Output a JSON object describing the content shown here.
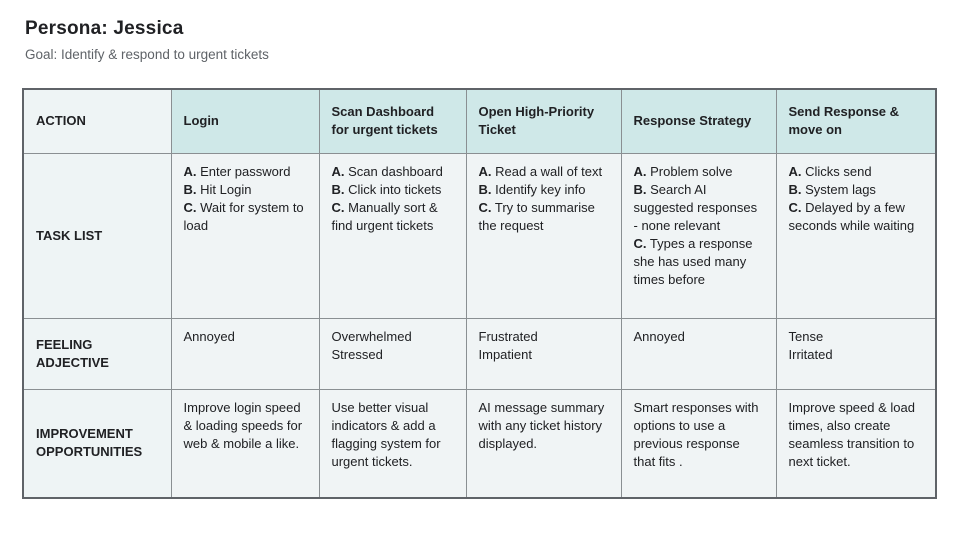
{
  "page": {
    "title": "Persona: Jessica",
    "subtitle": "Goal: Identify & respond to urgent tickets"
  },
  "table": {
    "corner_label": "ACTION",
    "columns": [
      "Login",
      "Scan Dashboard for urgent tickets",
      "Open High-Priority Ticket",
      "Response Strategy",
      "Send Response & move on"
    ],
    "row_headers": {
      "task": "TASK LIST",
      "feeling": "FEELING ADJECTIVE",
      "improvement": "IMPROVEMENT OPPORTUNITIES"
    },
    "tasks": [
      [
        {
          "p": "A.",
          "t": "Enter password"
        },
        {
          "p": "B.",
          "t": "Hit Login"
        },
        {
          "p": "C.",
          "t": "Wait for system to load"
        }
      ],
      [
        {
          "p": "A.",
          "t": "Scan dashboard"
        },
        {
          "p": "B.",
          "t": "Click into tickets"
        },
        {
          "p": "C.",
          "t": "Manually sort & find urgent tickets"
        }
      ],
      [
        {
          "p": "A.",
          "t": "Read a wall of text"
        },
        {
          "p": "B.",
          "t": "Identify  key info"
        },
        {
          "p": "C.",
          "t": "Try to summarise the request"
        }
      ],
      [
        {
          "p": "A.",
          "t": "Problem solve"
        },
        {
          "p": "B.",
          "t": "Search AI suggested responses - none relevant"
        },
        {
          "p": "C.",
          "t": "Types a response she has used many times before"
        }
      ],
      [
        {
          "p": "A.",
          "t": "Clicks send"
        },
        {
          "p": "B.",
          "t": "System lags"
        },
        {
          "p": "C.",
          "t": "Delayed by a few seconds while waiting"
        }
      ]
    ],
    "feelings": [
      [
        "Annoyed"
      ],
      [
        "Overwhelmed",
        "Stressed"
      ],
      [
        "Frustrated",
        "Impatient"
      ],
      [
        "Annoyed"
      ],
      [
        "Tense",
        "Irritated"
      ]
    ],
    "improvements": [
      "Improve login speed & loading speeds for web & mobile a like.",
      "Use better visual indicators & add a flagging system for urgent tickets.",
      "AI message summary with any ticket history displayed.",
      "Smart responses with options to use a previous response that fits .",
      "Improve speed & load times, also create seamless transition to next ticket."
    ],
    "colors": {
      "header_bg": "#cfe8e8",
      "row_header_bg": "#eef4f5",
      "body_bg": "#f0f4f5",
      "thick_border": "#5f6368",
      "thin_border": "#8a8f92"
    }
  }
}
